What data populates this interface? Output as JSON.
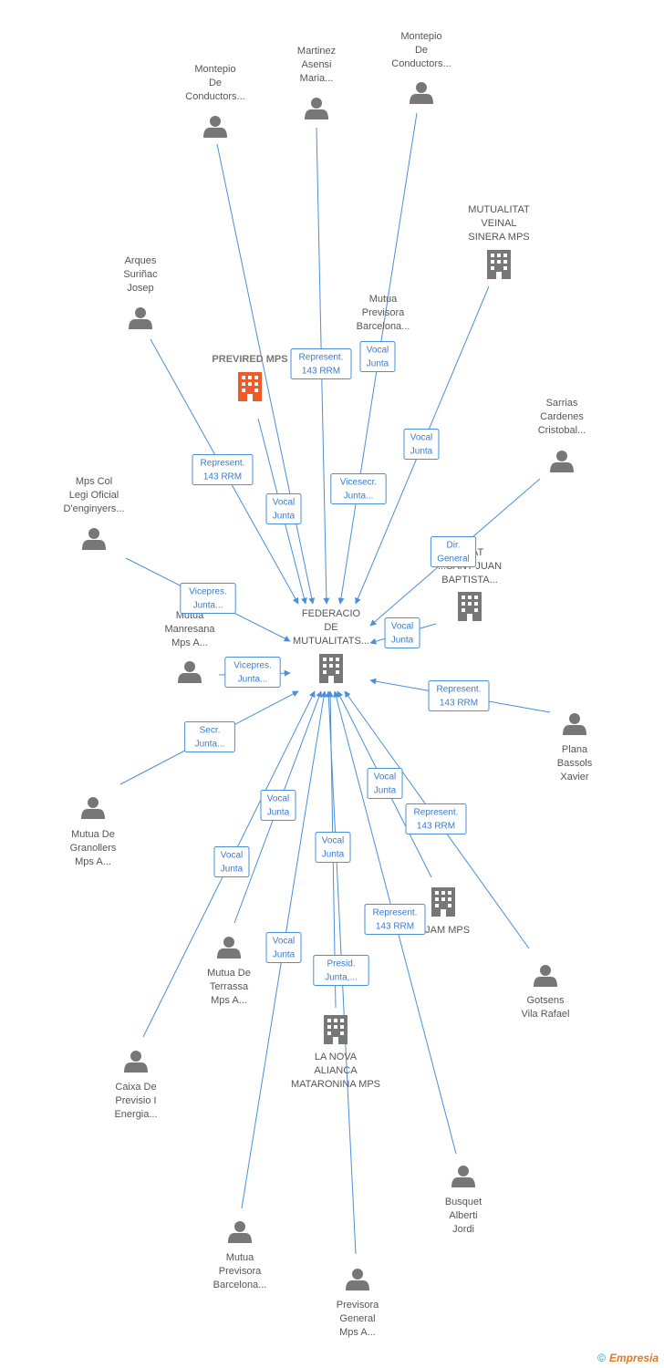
{
  "colors": {
    "edge": "#4a8fd9",
    "person": "#777777",
    "company": "#777777",
    "highlight": "#ee5a2a"
  },
  "center": {
    "id": "center",
    "type": "company",
    "label": [
      "FEDERACIO",
      "DE",
      "MUTUALITATS..."
    ]
  },
  "nodes": [
    {
      "id": "n1",
      "type": "person",
      "label": [
        "Montepio",
        "De",
        "Conductors..."
      ]
    },
    {
      "id": "n2",
      "type": "person",
      "label": [
        "Martinez",
        "Asensi",
        "Maria..."
      ]
    },
    {
      "id": "n3",
      "type": "person",
      "label": [
        "Montepio",
        "De",
        "Conductors..."
      ]
    },
    {
      "id": "n4",
      "type": "company",
      "label": [
        "MUTUALITAT",
        "VEINAL",
        "SINERA MPS"
      ]
    },
    {
      "id": "n5",
      "type": "person",
      "label": [
        "Arques",
        "Suriñac",
        "Josep"
      ]
    },
    {
      "id": "n6",
      "type": "person",
      "label": [
        "Mutua",
        "Previsora",
        "Barcelona..."
      ]
    },
    {
      "id": "n7",
      "type": "company",
      "label": [
        "PREVIRED MPS"
      ],
      "highlight": true
    },
    {
      "id": "n8",
      "type": "person",
      "label": [
        "Sarrias",
        "Cardenes",
        "Cristobal..."
      ]
    },
    {
      "id": "n9",
      "type": "person",
      "label": [
        "Mps Col",
        "Legi Oficial",
        "D'enginyers..."
      ]
    },
    {
      "id": "n10",
      "type": "company",
      "label": [
        "...DAT",
        "...SANT JUAN",
        "BAPTISTA..."
      ]
    },
    {
      "id": "n11",
      "type": "person",
      "label": [
        "Mutua",
        "Manresana",
        "Mps A..."
      ]
    },
    {
      "id": "n12",
      "type": "person",
      "label": [
        "Plana",
        "Bassols",
        "Xavier"
      ]
    },
    {
      "id": "n13",
      "type": "person",
      "label": [
        "Mutua De",
        "Granollers",
        "Mps A..."
      ]
    },
    {
      "id": "n14",
      "type": "company",
      "label": [
        "...JAM MPS"
      ]
    },
    {
      "id": "n15",
      "type": "person",
      "label": [
        "Mutua De",
        "Terrassa",
        "Mps A..."
      ]
    },
    {
      "id": "n16",
      "type": "person",
      "label": [
        "Gotsens",
        "Vila Rafael"
      ]
    },
    {
      "id": "n17",
      "type": "company",
      "label": [
        "LA NOVA",
        "ALIANCA",
        "MATARONINA MPS"
      ]
    },
    {
      "id": "n18",
      "type": "person",
      "label": [
        "Caixa De",
        "Previsio I",
        "Energia..."
      ]
    },
    {
      "id": "n19",
      "type": "person",
      "label": [
        "Busquet",
        "Alberti",
        "Jordi"
      ]
    },
    {
      "id": "n20",
      "type": "person",
      "label": [
        "Mutua",
        "Previsora",
        "Barcelona..."
      ]
    },
    {
      "id": "n21",
      "type": "person",
      "label": [
        "Previsora",
        "General",
        "Mps A..."
      ]
    }
  ],
  "edges": [
    {
      "from": "n1",
      "label": [
        "Represent.",
        "143 RRM"
      ]
    },
    {
      "from": "n2",
      "label": [
        "Vicesecr.",
        "Junta..."
      ]
    },
    {
      "from": "n3",
      "label": [
        "Vocal",
        "Junta"
      ]
    },
    {
      "from": "n4",
      "label": [
        "Vocal",
        "Junta"
      ]
    },
    {
      "from": "n5",
      "label": [
        "Represent.",
        "143 RRM"
      ]
    },
    {
      "from": "n6",
      "label": [
        "Vocal",
        "Junta"
      ]
    },
    {
      "from": "n7",
      "label": [
        "Vocal",
        "Junta"
      ]
    },
    {
      "from": "n8",
      "label": [
        "Dir.",
        "General"
      ]
    },
    {
      "from": "n9",
      "label": [
        "Vicepres.",
        "Junta..."
      ]
    },
    {
      "from": "n10",
      "label": [
        "Vocal",
        "Junta"
      ]
    },
    {
      "from": "n11",
      "label": [
        "Vicepres.",
        "Junta..."
      ]
    },
    {
      "from": "n12",
      "label": [
        "Represent.",
        "143 RRM"
      ]
    },
    {
      "from": "n13",
      "label": [
        "Secr.",
        "Junta..."
      ]
    },
    {
      "from": "n14",
      "label": [
        "Vocal",
        "Junta"
      ]
    },
    {
      "from": "n15",
      "label": [
        "Vocal",
        "Junta"
      ]
    },
    {
      "from": "n16",
      "label": [
        "Represent.",
        "143 RRM"
      ]
    },
    {
      "from": "n17",
      "label": [
        "Presid.",
        "Junta,..."
      ]
    },
    {
      "from": "n18",
      "label": [
        "Vocal",
        "Junta"
      ]
    },
    {
      "from": "n19",
      "label": [
        "Represent.",
        "143 RRM"
      ]
    },
    {
      "from": "n20",
      "label": [
        "Vocal",
        "Junta"
      ]
    },
    {
      "from": "n21",
      "label": [
        "Vocal",
        "Junta"
      ]
    }
  ],
  "footer": {
    "copyright": "©",
    "brand": "Empresia"
  }
}
